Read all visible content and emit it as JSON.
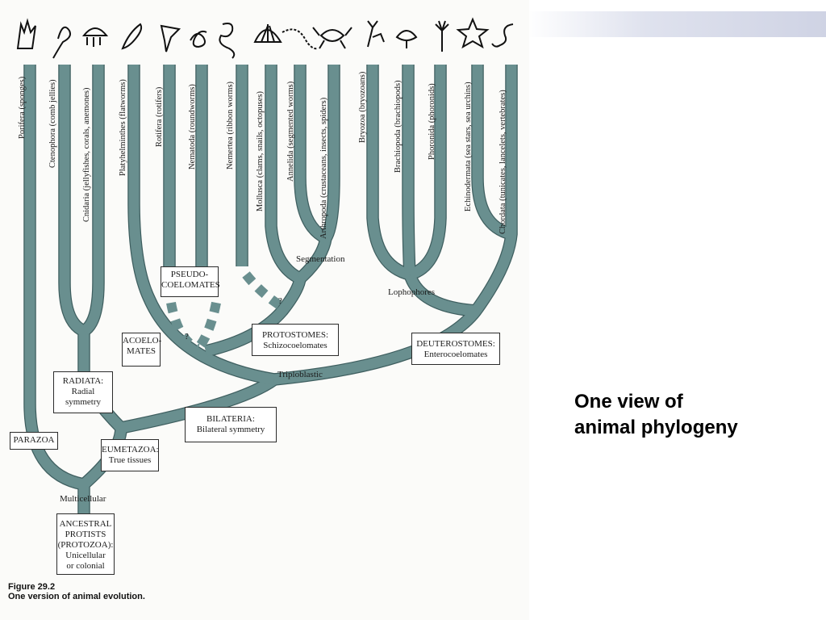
{
  "slide": {
    "title_lines": [
      "One view of",
      "animal phylogeny"
    ]
  },
  "figure": {
    "caption_number": "Figure 29.2",
    "caption_text": "One version of animal evolution.",
    "phyla": [
      "Porifera (sponges)",
      "Ctenophora (comb jellies)",
      "Cnidaria (jellyfishes, corals, anemones)",
      "Platyhelminthes (flatworms)",
      "Rotifera (rotifers)",
      "Nematoda (roundworms)",
      "Nemertea (ribbon worms)",
      "Mollusca (clams, snails, octopuses)",
      "Annelida (segmented worms)",
      "Arthropoda (crustaceans, insects, spiders)",
      "Bryozoa (bryozoans)",
      "Brachiopoda (brachiopods)",
      "Phoronida (phoronids)",
      "Echinodermata (sea stars, sea urchins)",
      "Chordata (tunicates, lancelets, vertebrates)"
    ],
    "animal_icons": [
      "sponge-icon",
      "ctenophore-icon",
      "jellyfish-icon",
      "flatworm-icon",
      "rotifer-icon",
      "nematode-icon",
      "ribbon-worm-icon",
      "clam-icon",
      "segmented-worm-icon",
      "crab-icon",
      "bryozoan-icon",
      "brachiopod-icon",
      "phoronid-icon",
      "sea-star-icon",
      "seahorse-icon"
    ],
    "tree_labels": {
      "segmentation": "Segmentation",
      "lophophores": "Lophophores",
      "triploblastic": "Triploblastic",
      "multicellular": "Multicellular",
      "unknown_mark": "?"
    },
    "boxes": {
      "pseudocoelomates": [
        "PSEUDO-",
        "COELOMATES"
      ],
      "acoelomates": [
        "ACOELO-",
        "MATES"
      ],
      "protostomes": [
        "PROTOSTOMES:",
        "Schizocoelomates"
      ],
      "deuterostomes": [
        "DEUTEROSTOMES:",
        "Enterocoelomates"
      ],
      "radiata": [
        "RADIATA:",
        "Radial",
        "symmetry"
      ],
      "bilateria": [
        "BILATERIA:",
        "Bilateral symmetry"
      ],
      "parazoa": [
        "PARAZOA"
      ],
      "eumetazoa": [
        "EUMETAZOA:",
        "True tissues"
      ],
      "ancestral_protists": [
        "ANCESTRAL",
        "PROTISTS",
        "(PROTOZOA):",
        "Unicellular",
        "or colonial"
      ]
    },
    "colors": {
      "branch": "#698f8f",
      "branch_outline": "#3f5f60",
      "title_band": "#cfd3e4"
    }
  }
}
